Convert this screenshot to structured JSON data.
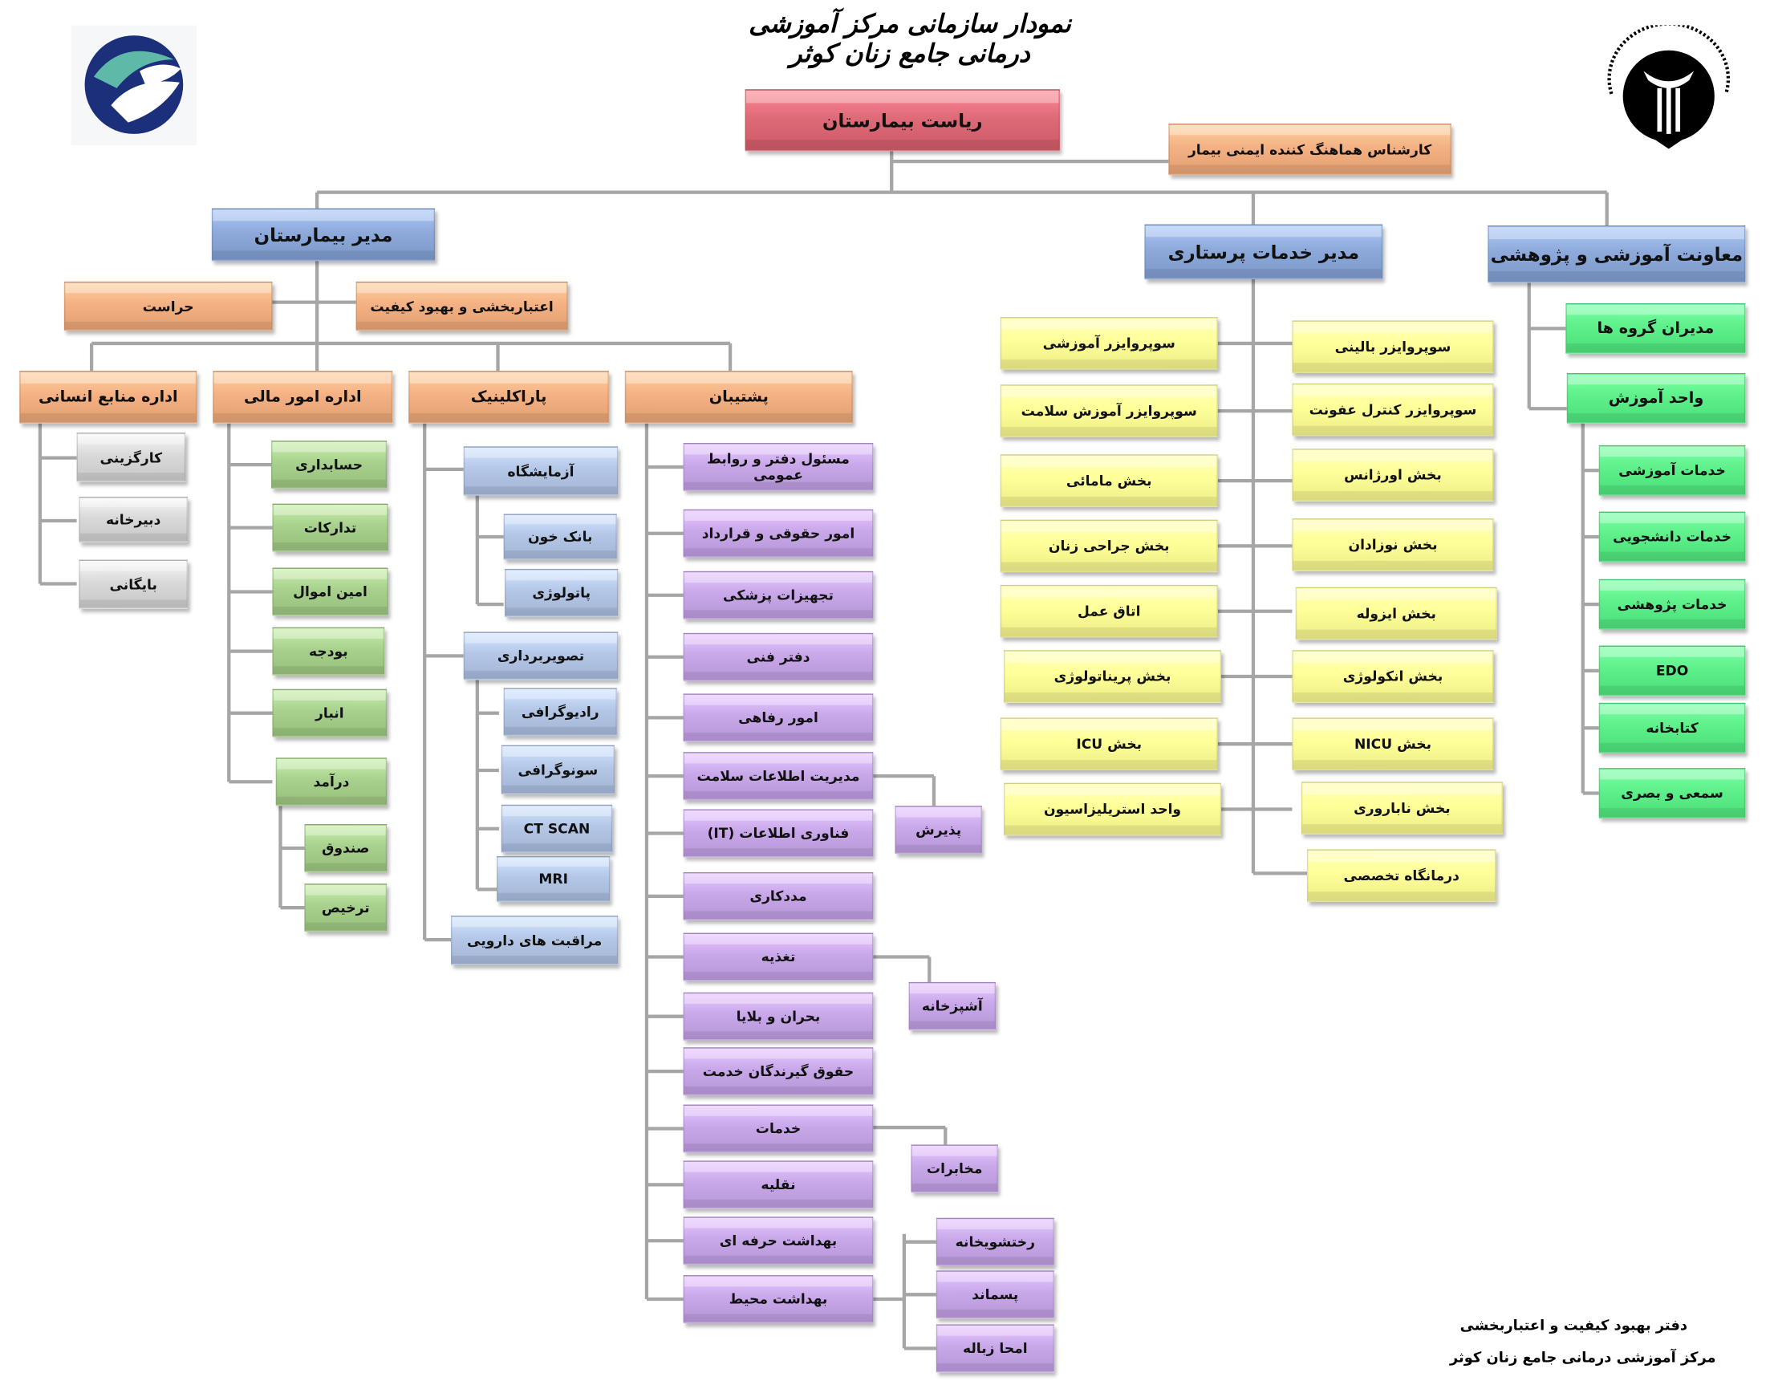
{
  "title": "نمودار سازمانی مرکز آموزشی درمانی جامع زنان کوثر",
  "footer": {
    "line1": "دفتر بهبود کیفیت و اعتباربخشی",
    "line2": "مرکز آموزشی درمانی جامع زنان کوثر"
  },
  "logos": {
    "left": "university-logo",
    "right": "ministry-of-health-emblem"
  },
  "palette": {
    "red": "#de6b77",
    "orange": "#f4b183",
    "blue": "#8eaadb",
    "lightblue": "#b4c7e7",
    "yellow": "#ffff99",
    "green": "#5ef08a",
    "olive": "#a9d18e",
    "grey": "#d9d9d9",
    "purple": "#c9a8ea",
    "line": "#a6a6a6"
  },
  "boxes": [
    {
      "id": "root",
      "label": "ریاست بیمارستان",
      "color": "red"
    },
    {
      "id": "safety",
      "label": "کارشناس هماهنگ کننده ایمنی بیمار",
      "color": "orange"
    },
    {
      "id": "manager",
      "label": "مدیر بیمارستان",
      "color": "blue"
    },
    {
      "id": "nursing",
      "label": "مدیر خدمات پرستاری",
      "color": "blue"
    },
    {
      "id": "edu",
      "label": "معاونت آموزشی و پژوهشی",
      "color": "blue"
    },
    {
      "id": "security",
      "label": "حراست",
      "color": "orange"
    },
    {
      "id": "quality",
      "label": "اعتباربخشی و بهبود کیفیت",
      "color": "orange"
    },
    {
      "id": "hr",
      "label": "اداره منابع انسانی",
      "color": "orange"
    },
    {
      "id": "finance",
      "label": "اداره امور مالی",
      "color": "orange"
    },
    {
      "id": "para",
      "label": "پاراکلینیک",
      "color": "orange"
    },
    {
      "id": "support",
      "label": "پشتیبان",
      "color": "orange"
    },
    {
      "id": "hr1",
      "label": "کارگزینی",
      "color": "grey"
    },
    {
      "id": "hr2",
      "label": "دبیرخانه",
      "color": "grey"
    },
    {
      "id": "hr3",
      "label": "بایگانی",
      "color": "grey"
    },
    {
      "id": "f1",
      "label": "حسابداری",
      "color": "olive"
    },
    {
      "id": "f2",
      "label": "تدارکات",
      "color": "olive"
    },
    {
      "id": "f3",
      "label": "امین اموال",
      "color": "olive"
    },
    {
      "id": "f4",
      "label": "بودجه",
      "color": "olive"
    },
    {
      "id": "f5",
      "label": "انبار",
      "color": "olive"
    },
    {
      "id": "f6",
      "label": "درآمد",
      "color": "olive"
    },
    {
      "id": "f7",
      "label": "صندوق",
      "color": "olive"
    },
    {
      "id": "f8",
      "label": "ترخیص",
      "color": "olive"
    },
    {
      "id": "p1",
      "label": "آزمایشگاه",
      "color": "lightblue"
    },
    {
      "id": "p2",
      "label": "بانک خون",
      "color": "lightblue"
    },
    {
      "id": "p3",
      "label": "پاتولوژی",
      "color": "lightblue"
    },
    {
      "id": "p4",
      "label": "تصویربرداری",
      "color": "lightblue"
    },
    {
      "id": "p5",
      "label": "رادیوگرافی",
      "color": "lightblue"
    },
    {
      "id": "p6",
      "label": "سونوگرافی",
      "color": "lightblue"
    },
    {
      "id": "p7",
      "label": "CT SCAN",
      "color": "lightblue"
    },
    {
      "id": "p8",
      "label": "MRI",
      "color": "lightblue"
    },
    {
      "id": "p9",
      "label": "مراقبت های دارویی",
      "color": "lightblue"
    },
    {
      "id": "s1",
      "label": "مسئول دفتر و روابط عمومی",
      "color": "purple"
    },
    {
      "id": "s2",
      "label": "امور حقوقی و قرارداد",
      "color": "purple"
    },
    {
      "id": "s3",
      "label": "تجهیزات پزشکی",
      "color": "purple"
    },
    {
      "id": "s4",
      "label": "دفتر فنی",
      "color": "purple"
    },
    {
      "id": "s5",
      "label": "امور رفاهی",
      "color": "purple"
    },
    {
      "id": "s6",
      "label": "مدیریت اطلاعات سلامت",
      "color": "purple"
    },
    {
      "id": "s7",
      "label": "فناوری اطلاعات (IT)",
      "color": "purple"
    },
    {
      "id": "s8",
      "label": "مددکاری",
      "color": "purple"
    },
    {
      "id": "s9",
      "label": "تغذیه",
      "color": "purple"
    },
    {
      "id": "s10",
      "label": "بحران و بلایا",
      "color": "purple"
    },
    {
      "id": "s11",
      "label": "حقوق گیرندگان خدمت",
      "color": "purple"
    },
    {
      "id": "s12",
      "label": "خدمات",
      "color": "purple"
    },
    {
      "id": "s13",
      "label": "نقلیه",
      "color": "purple"
    },
    {
      "id": "s14",
      "label": "بهداشت حرفه ای",
      "color": "purple"
    },
    {
      "id": "s15",
      "label": "بهداشت محیط",
      "color": "purple"
    },
    {
      "id": "x1",
      "label": "پذیرش",
      "color": "purple"
    },
    {
      "id": "x2",
      "label": "آشپزخانه",
      "color": "purple"
    },
    {
      "id": "x3",
      "label": "مخابرات",
      "color": "purple"
    },
    {
      "id": "x4",
      "label": "رختشویخانه",
      "color": "purple"
    },
    {
      "id": "x5",
      "label": "پسماند",
      "color": "purple"
    },
    {
      "id": "x6",
      "label": "امحا زباله",
      "color": "purple"
    },
    {
      "id": "nl1",
      "label": "سوپروایزر آموزشی",
      "color": "yellow"
    },
    {
      "id": "nl2",
      "label": "سوپروایزر آموزش سلامت",
      "color": "yellow"
    },
    {
      "id": "nl3",
      "label": "بخش مامائی",
      "color": "yellow"
    },
    {
      "id": "nl4",
      "label": "بخش جراحی زنان",
      "color": "yellow"
    },
    {
      "id": "nl5",
      "label": "اتاق عمل",
      "color": "yellow"
    },
    {
      "id": "nl6",
      "label": "بخش پریناتولوژی",
      "color": "yellow"
    },
    {
      "id": "nl7",
      "label": "بخش ICU",
      "color": "yellow"
    },
    {
      "id": "nl8",
      "label": "واحد استریلیزاسیون",
      "color": "yellow"
    },
    {
      "id": "nr1",
      "label": "سوپروایزر بالینی",
      "color": "yellow"
    },
    {
      "id": "nr2",
      "label": "سوپروایزر کنترل عفونت",
      "color": "yellow"
    },
    {
      "id": "nr3",
      "label": "بخش اورژانس",
      "color": "yellow"
    },
    {
      "id": "nr4",
      "label": "بخش نوزادان",
      "color": "yellow"
    },
    {
      "id": "nr5",
      "label": "بخش ایزوله",
      "color": "yellow"
    },
    {
      "id": "nr6",
      "label": "بخش انکولوژی",
      "color": "yellow"
    },
    {
      "id": "nr7",
      "label": "بخش NICU",
      "color": "yellow"
    },
    {
      "id": "nr8",
      "label": "بخش ناباروری",
      "color": "yellow"
    },
    {
      "id": "nr9",
      "label": "درمانگاه تخصصی",
      "color": "yellow"
    },
    {
      "id": "e1",
      "label": "مدیران گروه ها",
      "color": "green"
    },
    {
      "id": "e2",
      "label": "واحد آموزش",
      "color": "green"
    },
    {
      "id": "e3",
      "label": "خدمات آموزشی",
      "color": "green"
    },
    {
      "id": "e4",
      "label": "خدمات دانشجویی",
      "color": "green"
    },
    {
      "id": "e5",
      "label": "خدمات پژوهشی",
      "color": "green"
    },
    {
      "id": "e6",
      "label": "EDO",
      "color": "green"
    },
    {
      "id": "e7",
      "label": "کتابخانه",
      "color": "green"
    },
    {
      "id": "e8",
      "label": "سمعی و بصری",
      "color": "green"
    }
  ]
}
